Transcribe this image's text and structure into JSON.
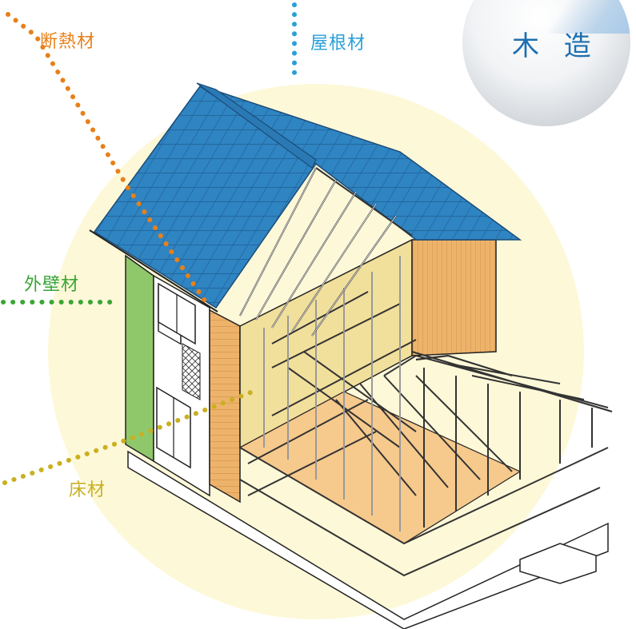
{
  "badge": {
    "text": "木 造"
  },
  "labels": {
    "insulation": "断熱材",
    "roofing": "屋根材",
    "exterior_wall": "外壁材",
    "flooring": "床材"
  },
  "colors": {
    "insulation": "#e8801a",
    "roofing": "#2a9fd8",
    "exterior_wall": "#3aa636",
    "flooring": "#c9b021",
    "roof_tile": "#2f84c2",
    "green_wall": "#8fc86a",
    "wood_siding": "#eeb36b",
    "insulation_panel": "#f1df9c",
    "background_circle": "#fdf8d8",
    "badge_text": "#1e6fb0"
  }
}
